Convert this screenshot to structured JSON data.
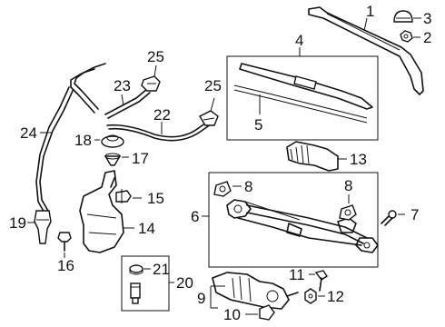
{
  "callouts": {
    "c1": "1",
    "c2": "2",
    "c3": "3",
    "c4": "4",
    "c5": "5",
    "c6": "6",
    "c7": "7",
    "c8a": "8",
    "c8b": "8",
    "c9": "9",
    "c10": "10",
    "c11": "11",
    "c12": "12",
    "c13": "13",
    "c14": "14",
    "c15": "15",
    "c16": "16",
    "c17": "17",
    "c18": "18",
    "c19": "19",
    "c20": "20",
    "c21": "21",
    "c22": "22",
    "c23": "23",
    "c24": "24",
    "c25a": "25",
    "c25b": "25"
  }
}
